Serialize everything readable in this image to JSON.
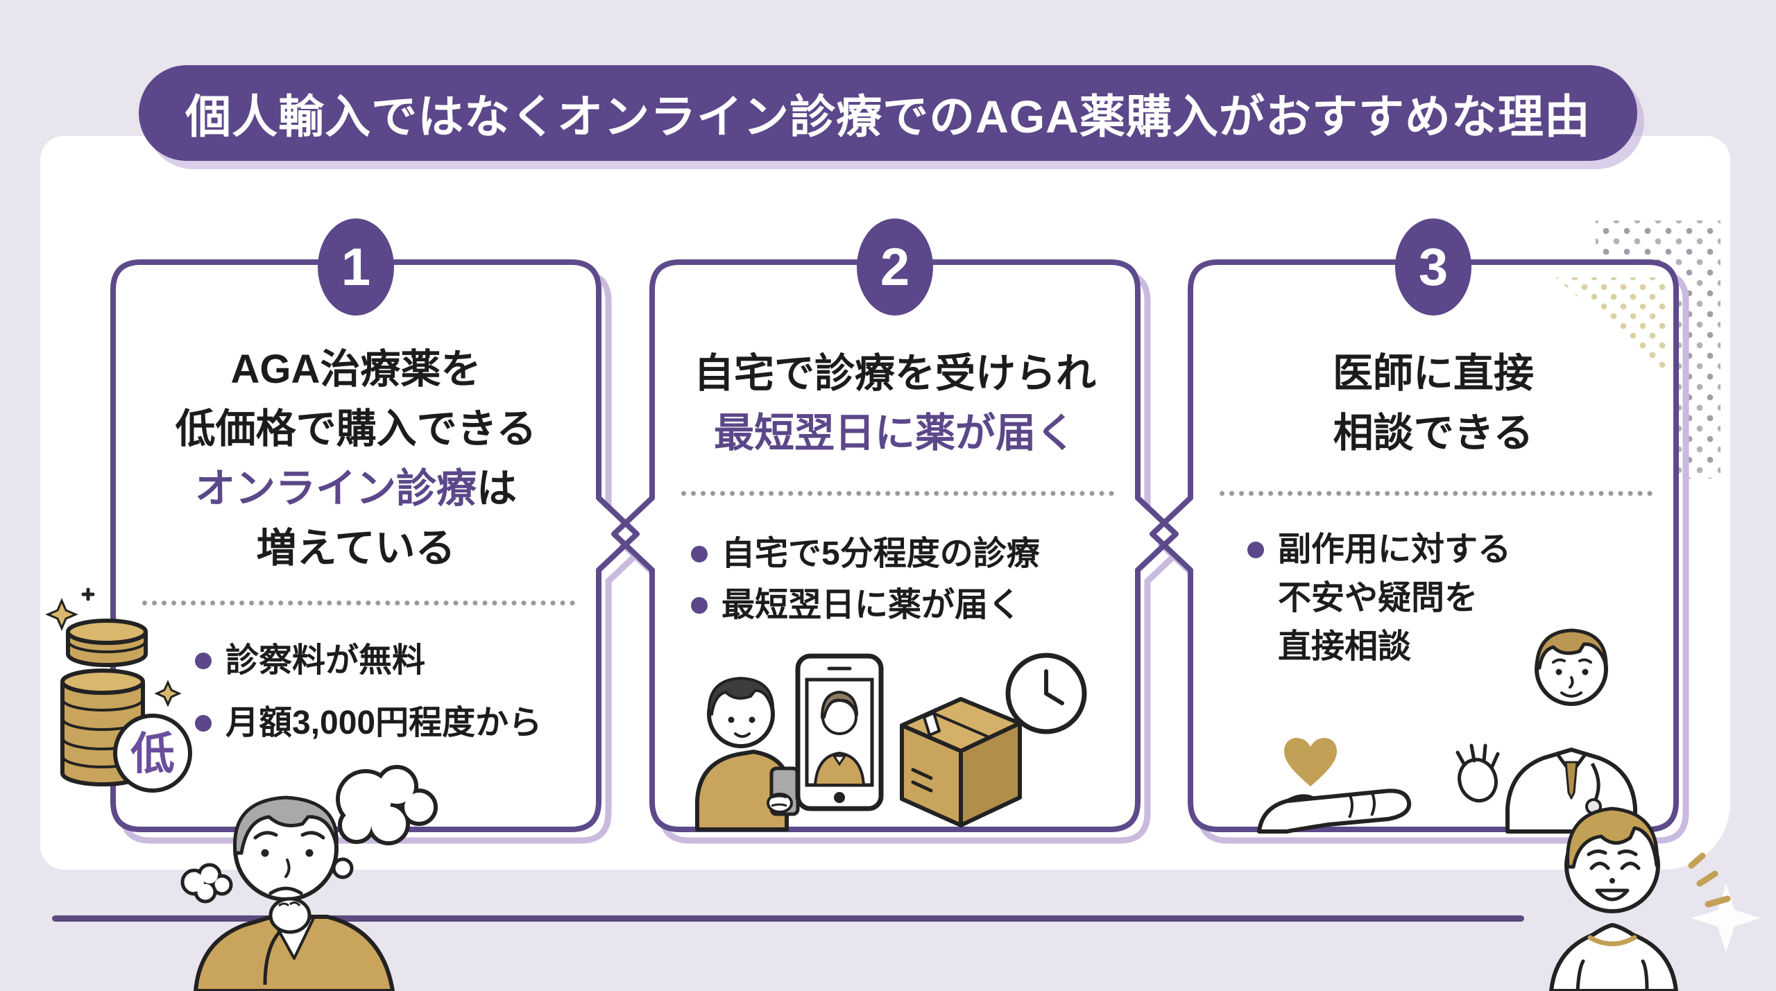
{
  "title": "個人輸入ではなくオンライン診療でのAGA薬購入がおすすめな理由",
  "cards": [
    {
      "number": "1",
      "heading": [
        {
          "segments": [
            {
              "text": "AGA治療薬を"
            }
          ]
        },
        {
          "segments": [
            {
              "text": "低価格で購入できる"
            }
          ]
        },
        {
          "segments": [
            {
              "text": "オンライン診療",
              "highlight": true
            },
            {
              "text": "は"
            }
          ]
        },
        {
          "segments": [
            {
              "text": "増えている"
            }
          ]
        }
      ],
      "bullets": [
        {
          "lines": [
            "診察料が無料"
          ]
        },
        {
          "lines": [
            "月額3,000円程度から"
          ]
        }
      ],
      "badge": "低",
      "icons": [
        "coin-stack-icon",
        "low-price-badge",
        "sparkle-icon"
      ]
    },
    {
      "number": "2",
      "heading": [
        {
          "segments": [
            {
              "text": "自宅で診療を受けられ"
            }
          ]
        },
        {
          "segments": [
            {
              "text": "最短翌日に薬が届く",
              "highlight": true
            }
          ]
        }
      ],
      "bullets": [
        {
          "lines": [
            "自宅で5分程度の診療"
          ]
        },
        {
          "lines": [
            "最短翌日に薬が届く"
          ]
        }
      ],
      "icons": [
        "video-call-phone-icon",
        "patient-icon",
        "delivery-box-icon",
        "clock-icon"
      ]
    },
    {
      "number": "3",
      "heading": [
        {
          "segments": [
            {
              "text": "医師に直接"
            }
          ]
        },
        {
          "segments": [
            {
              "text": "相談できる"
            }
          ]
        }
      ],
      "bullets": [
        {
          "lines": [
            "副作用に対する",
            "不安や疑問を",
            "直接相談"
          ]
        }
      ],
      "icons": [
        "heart-in-hand-icon",
        "doctor-icon"
      ]
    }
  ],
  "decorations": [
    "halftone-dots",
    "worried-man-illustration",
    "happy-man-illustration",
    "thought-bubbles",
    "divider-line"
  ],
  "colors": {
    "purple": "#5b4789",
    "card_border": "#5d4a8a",
    "card_shadow": "#c9bade",
    "gold": "#c9a45c",
    "background": "#e8e5ee",
    "text": "#1c1c1c",
    "rule_line": "#5a4a7d"
  }
}
